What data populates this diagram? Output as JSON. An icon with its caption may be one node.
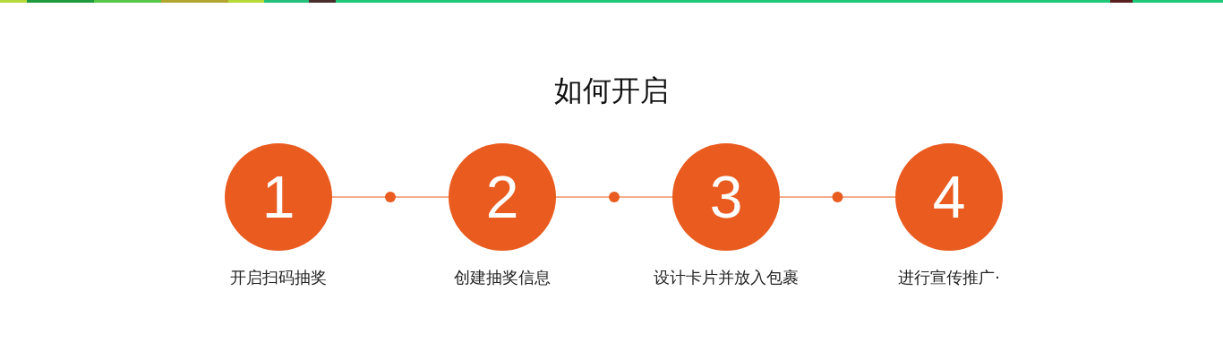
{
  "diagram": {
    "title": "如何开启",
    "nodes": [
      {
        "text": [
          "1"
        ],
        "beside": [
          "开启扫码抽奖"
        ]
      },
      {
        "text": [
          "2"
        ],
        "beside": [
          "创建抽奖信息"
        ]
      },
      {
        "text": [
          "3"
        ],
        "beside": [
          "设计卡片并放入包裹"
        ]
      },
      {
        "text": [
          "4"
        ],
        "beside": [
          "进行宣传推广·"
        ]
      }
    ],
    "edges": [
      {
        "from": 0,
        "to": 1,
        "arrow": "none"
      },
      {
        "from": 1,
        "to": 2,
        "arrow": "none"
      },
      {
        "from": 2,
        "to": 3,
        "arrow": "none"
      }
    ]
  }
}
